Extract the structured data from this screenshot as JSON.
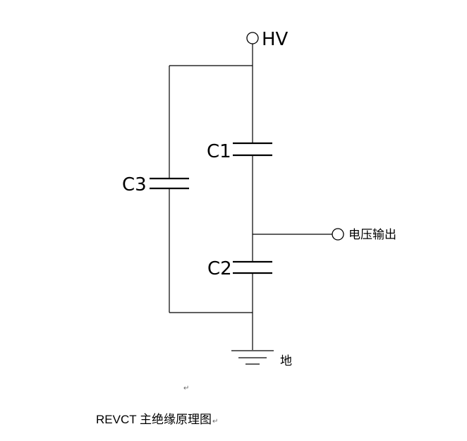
{
  "diagram": {
    "terminals": {
      "hv": "HV",
      "output": "电压输出",
      "ground": "地"
    },
    "capacitors": {
      "c1": "C1",
      "c2": "C2",
      "c3": "C3"
    }
  },
  "document": {
    "caption": "REVCT 主绝缘原理图",
    "paragraph_mark": "↵"
  }
}
